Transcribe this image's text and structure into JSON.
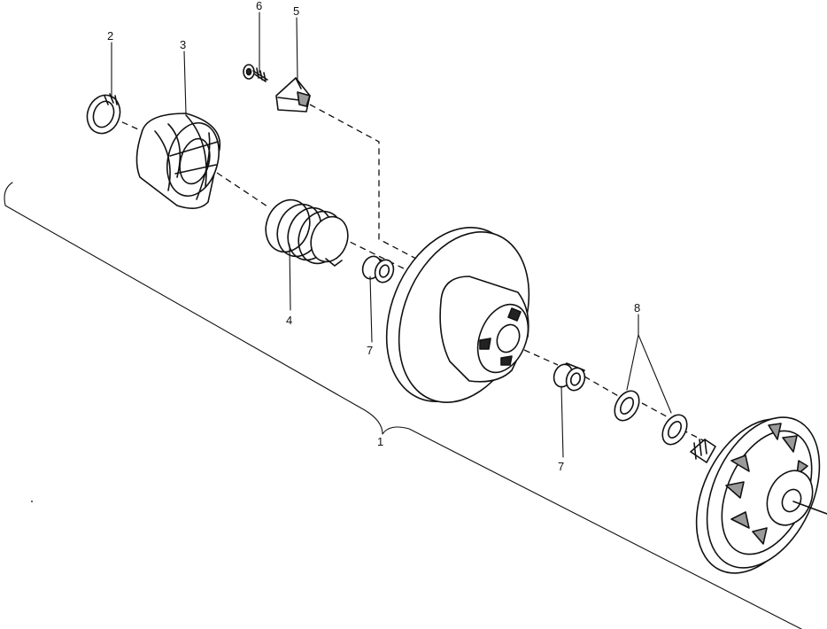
{
  "diagram": {
    "callouts": {
      "assembly": "1",
      "retaining_ring": "2",
      "cam": "3",
      "spring": "4",
      "button": "5",
      "screw": "6",
      "bushing_upper": "7",
      "bushing_lower": "7",
      "washers": "8"
    }
  }
}
